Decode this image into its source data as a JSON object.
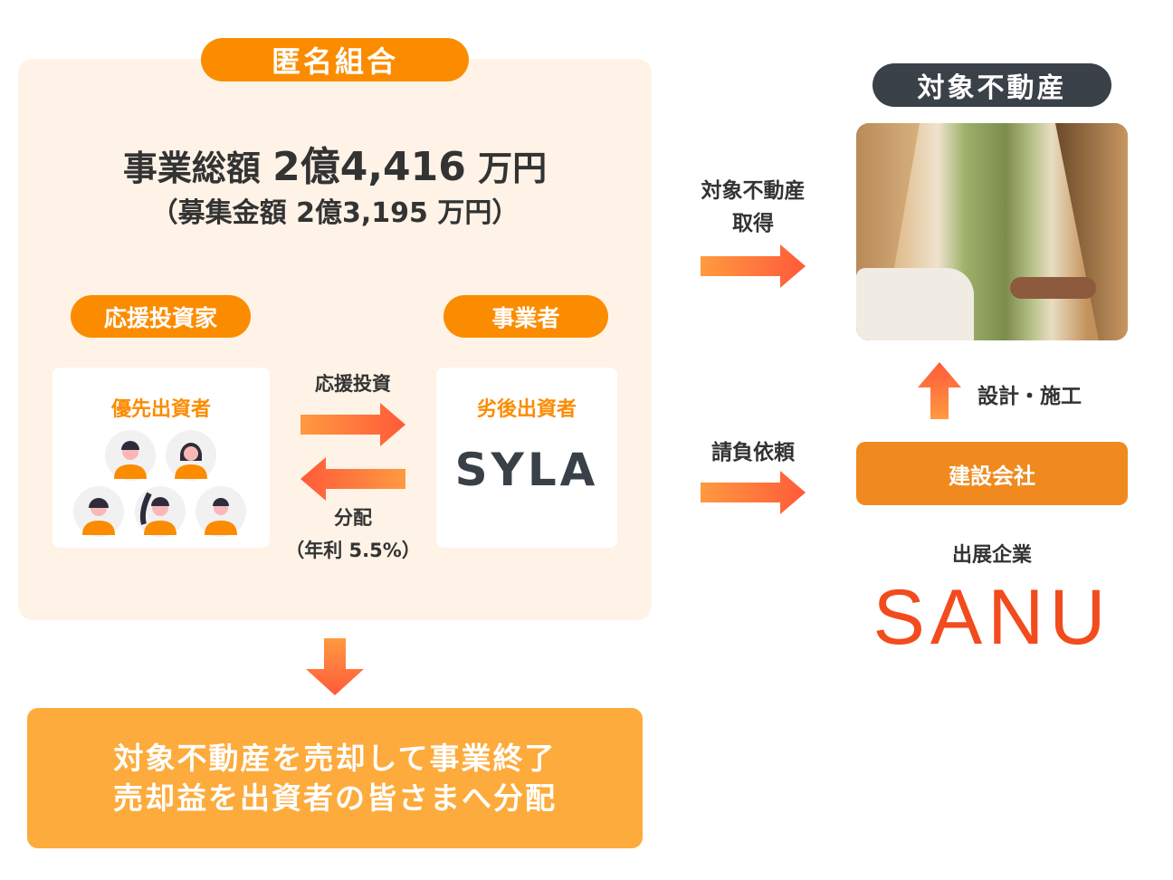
{
  "anonymous_partnership": {
    "badge": "匿名組合",
    "total_label": "事業総額",
    "total_value": "2億4,416",
    "total_unit": "万円",
    "recruit_text": "（募集金額 2億3,195 万円）",
    "investors_badge": "応援投資家",
    "operator_badge": "事業者",
    "senior_label": "優先出資者",
    "junior_label": "劣後出資者",
    "junior_logo": "SYLA",
    "invest_label": "応援投資",
    "distribution_label": "分配",
    "yield_label": "（年利 5.5%）"
  },
  "result_box": {
    "line1": "対象不動産を売却して事業終了",
    "line2": "売却益を出資者の皆さまへ分配"
  },
  "property": {
    "badge": "対象不動産",
    "acquire_label_1": "対象不動産",
    "acquire_label_2": "取得",
    "design_label": "設計・施工",
    "contract_label": "請負依頼",
    "builder_label": "建設会社",
    "exhibitor_label": "出展企業",
    "exhibitor_logo": "SANU"
  },
  "colors": {
    "orange": "#fb8c00",
    "panel": "#fef3e6",
    "dark": "#3b4149",
    "result": "#fdab3c",
    "builder": "#f08a1e",
    "sanu": "#f24b1d"
  }
}
